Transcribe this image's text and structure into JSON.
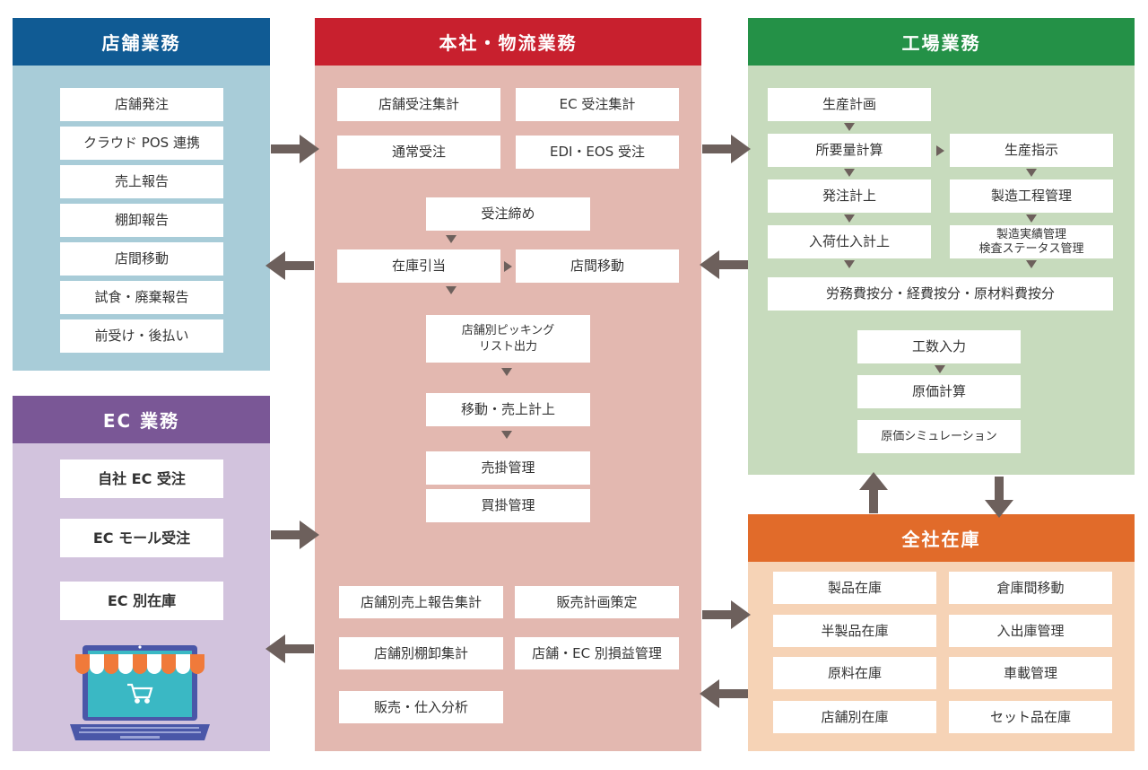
{
  "colors": {
    "store_header": "#105b94",
    "store_body": "#a8ccd8",
    "hq_header": "#c8202e",
    "hq_body": "#e3b8b0",
    "factory_header": "#249147",
    "factory_body": "#c7dbbd",
    "ec_header": "#7a5796",
    "ec_body": "#d2c3dd",
    "inventory_header": "#e16b2a",
    "inventory_body": "#f6d3b6",
    "arrow": "#6d605c"
  },
  "store": {
    "title": "店舗業務",
    "items": [
      "店舗発注",
      "クラウド POS 連携",
      "売上報告",
      "棚卸報告",
      "店間移動",
      "試食・廃棄報告",
      "前受け・後払い"
    ]
  },
  "ec": {
    "title": "EC 業務",
    "items": [
      "自社 EC 受注",
      "EC モール受注",
      "EC 別在庫"
    ]
  },
  "hq": {
    "title": "本社・物流業務",
    "order_store": "店舗受注集計",
    "order_ec": "EC 受注集計",
    "order_normal": "通常受注",
    "order_edi": "EDI・EOS 受注",
    "close": "受注締め",
    "allocate": "在庫引当",
    "transfer": "店間移動",
    "picking": "店舗別ピッキング\nリスト出力",
    "move_sales": "移動・売上計上",
    "receivable": "売掛管理",
    "payable": "買掛管理",
    "store_sales_report": "店舗別売上報告集計",
    "sales_plan": "販売計画策定",
    "store_inventory": "店舗別棚卸集計",
    "profit_mgmt": "店舗・EC 別損益管理",
    "analysis": "販売・仕入分析"
  },
  "factory": {
    "title": "工場業務",
    "plan": "生産計画",
    "mrp": "所要量計算",
    "instruction": "生産指示",
    "po": "発注計上",
    "process": "製造工程管理",
    "receiving": "入荷仕入計上",
    "results": "製造実績管理\n検査ステータス管理",
    "allocation": "労務費按分・経費按分・原材料費按分",
    "hours": "工数入力",
    "costing": "原価計算",
    "simulation": "原価シミュレーション"
  },
  "inventory": {
    "title": "全社在庫",
    "items": [
      "製品在庫",
      "倉庫間移動",
      "半製品在庫",
      "入出庫管理",
      "原料在庫",
      "車載管理",
      "店舗別在庫",
      "セット品在庫"
    ]
  }
}
